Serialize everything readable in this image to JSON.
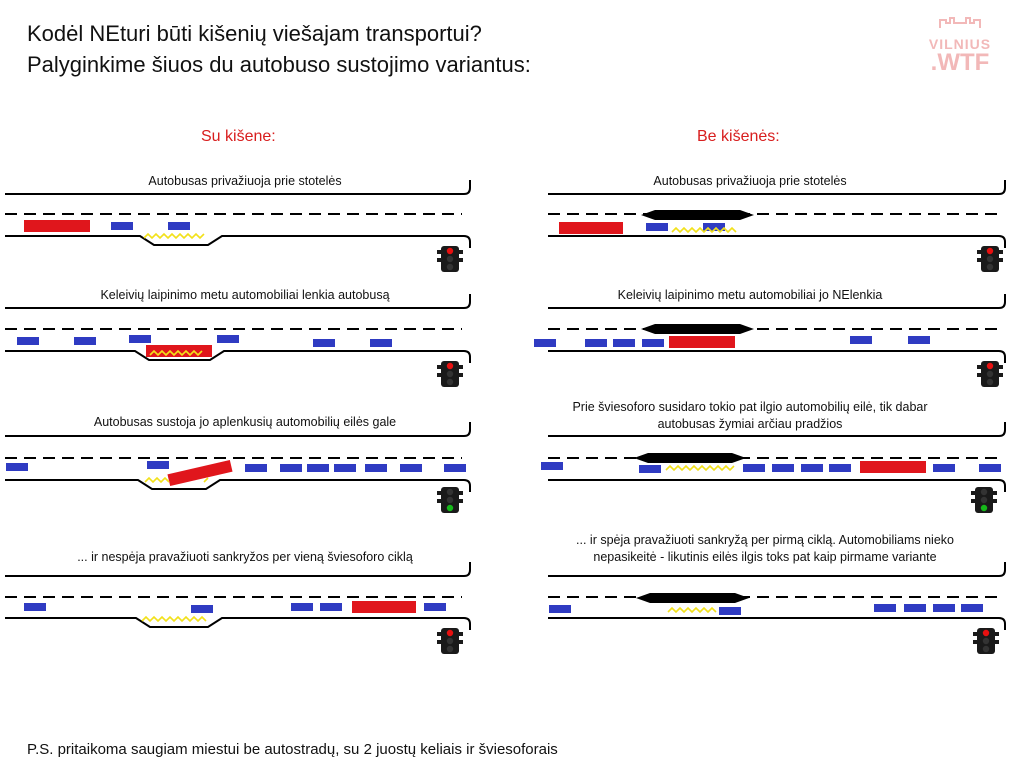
{
  "title_line1": "Kodėl NEturi būti kišenių viešajam transportui?",
  "title_line2": "Palyginkime šiuos du autobuso sustojimo variantus:",
  "logo_line1": "VILNIUS",
  "logo_line2": ".WTF",
  "left_column_title": "Su kišene:",
  "right_column_title": "Be kišenės:",
  "left_captions": [
    "Autobusas privažiuoja prie stotelės",
    "Keleivių laipinimo metu automobiliai lenkia autobusą",
    "Autobusas sustoja jo aplenkusių automobilių eilės gale",
    "... ir nespėja pravažiuoti sankryžos per vieną šviesoforo ciklą"
  ],
  "right_captions": [
    "Autobusas privažiuoja prie stotelės",
    "Keleivių laipinimo metu automobiliai jo NElenkia",
    "Prie šviesoforo susidaro tokio pat ilgio automobilių eilė, tik dabar autobusas žymiai arčiau pradžios",
    "... ir spėja pravažiuoti sankryžą per pirmą ciklą.  Automobiliams nieko nepasikeitė - likutinis eilės ilgis toks pat kaip pirmame variante"
  ],
  "footer": "P.S. pritaikoma saugiam miestui be autostradų, su 2 juostų keliais ir šviesoforais",
  "colors": {
    "bus": "#e0161c",
    "car": "#2f3bc2",
    "platform": "#000000",
    "passengers": "#f2e11a",
    "light_red": "#e81010",
    "light_green": "#16b81a",
    "light_body": "#1a1a1a",
    "road": "#000000"
  }
}
